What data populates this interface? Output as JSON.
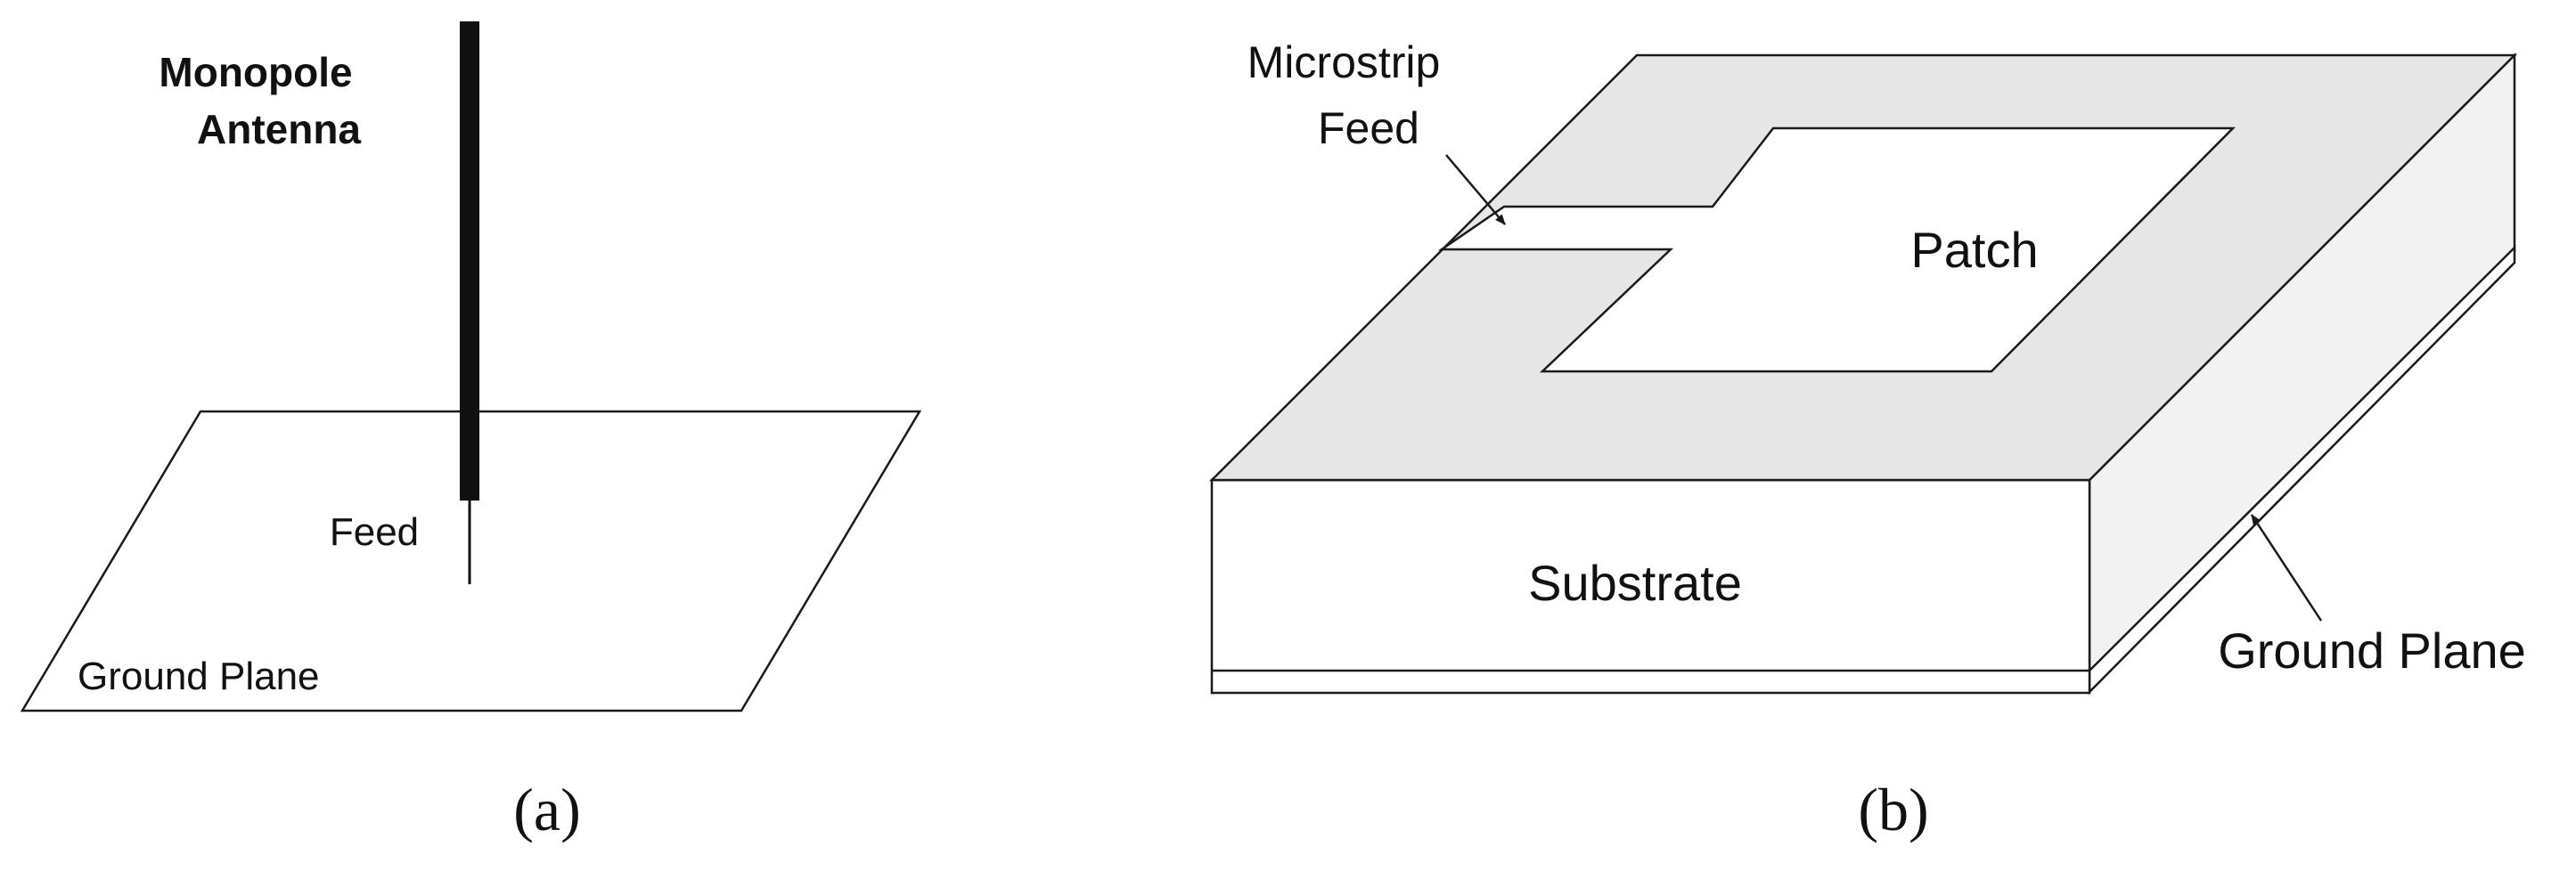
{
  "panel_a": {
    "antenna_label_line1": "Monopole",
    "antenna_label_line2": "Antenna",
    "feed_label": "Feed",
    "ground_label": "Ground Plane",
    "caption": "(a)"
  },
  "panel_b": {
    "feed_label_line1": "Microstrip",
    "feed_label_line2": "Feed",
    "patch_label": "Patch",
    "substrate_label": "Substrate",
    "ground_label": "Ground Plane",
    "caption": "(b)"
  },
  "colors": {
    "line": "#1a1a1a",
    "top_face": "#e6e6e6",
    "side_face": "#f2f2f2",
    "antenna": "#111111"
  }
}
